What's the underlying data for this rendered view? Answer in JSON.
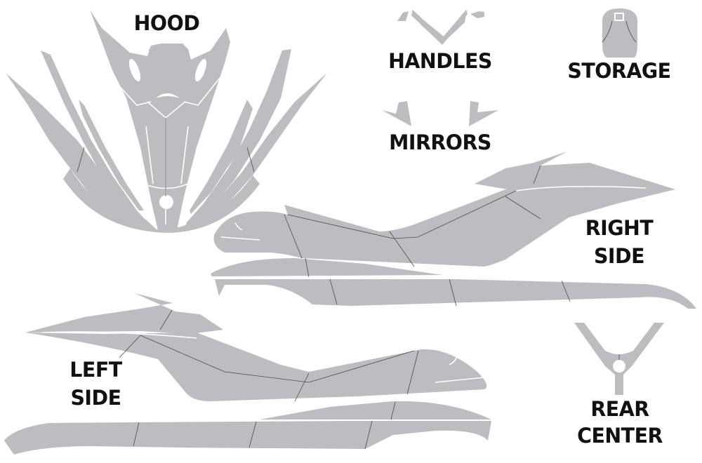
{
  "diagram": {
    "type": "jet ski graphics kit template",
    "part_color": "#bcbdc0",
    "seam_color": "#4a4a4c",
    "label_color": "#111111",
    "background": "#ffffff"
  },
  "sections": {
    "hood": {
      "label": "HOOD"
    },
    "handles": {
      "label": "HANDLES"
    },
    "storage": {
      "label": "STORAGE"
    },
    "mirrors": {
      "label": "MIRRORS"
    },
    "right_side": {
      "label_line1": "RIGHT",
      "label_line2": "SIDE"
    },
    "left_side": {
      "label_line1": "LEFT",
      "label_line2": "SIDE"
    },
    "rear_center": {
      "label_line1": "REAR",
      "label_line2": "CENTER"
    }
  }
}
